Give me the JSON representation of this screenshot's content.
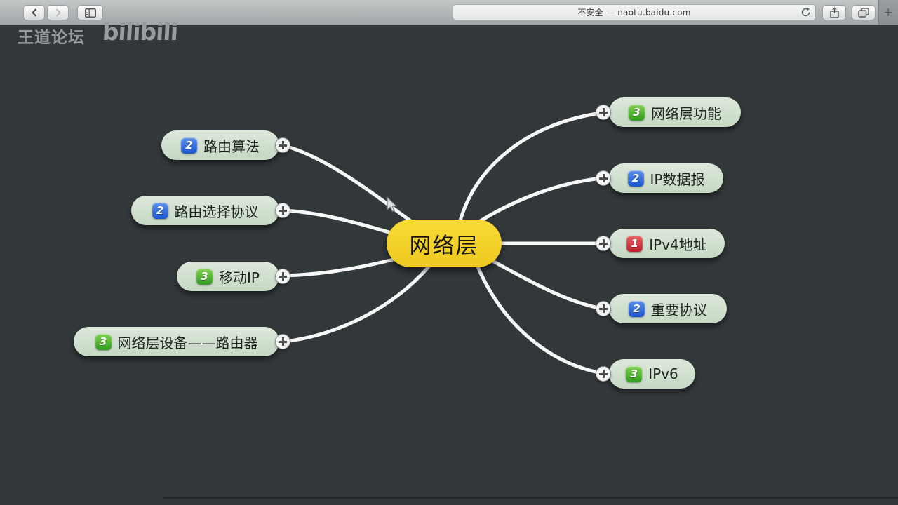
{
  "browser": {
    "address_text": "不安全 — naotu.baidu.com",
    "back_icon": "chevron-left",
    "forward_icon": "chevron-right",
    "sidebar_icon": "sidebar-panel",
    "reload_icon": "reload-circular-arrow",
    "share_icon": "share-box-up-arrow",
    "tabs_icon": "overlapping-squares",
    "new_tab_label": "+"
  },
  "watermarks": {
    "wangdao": "王道论坛",
    "bilibili": "bilibili"
  },
  "mindmap": {
    "root_label": "网络层",
    "level_colors": {
      "1": "#bf1f30",
      "2": "#1b55cf",
      "3": "#2f9c1c"
    },
    "node_fill": "#c6d8c4",
    "root_fill": "#f3d22a",
    "left_nodes": [
      {
        "badge": "2",
        "badge_class": "badge-blue",
        "label": "路由算法"
      },
      {
        "badge": "2",
        "badge_class": "badge-blue",
        "label": "路由选择协议"
      },
      {
        "badge": "3",
        "badge_class": "badge-green",
        "label": "移动IP"
      },
      {
        "badge": "3",
        "badge_class": "badge-green",
        "label": "网络层设备——路由器"
      }
    ],
    "right_nodes": [
      {
        "badge": "3",
        "badge_class": "badge-green",
        "label": "网络层功能"
      },
      {
        "badge": "2",
        "badge_class": "badge-blue",
        "label": "IP数据报"
      },
      {
        "badge": "1",
        "badge_class": "badge-red",
        "label": "IPv4地址"
      },
      {
        "badge": "2",
        "badge_class": "badge-blue",
        "label": "重要协议"
      },
      {
        "badge": "3",
        "badge_class": "badge-green",
        "label": "IPv6"
      }
    ]
  }
}
